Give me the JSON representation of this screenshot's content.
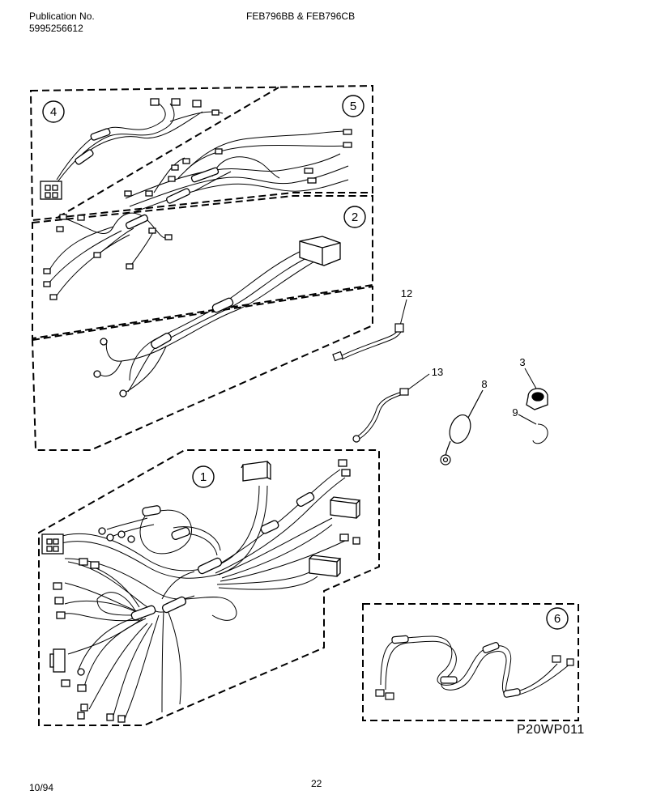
{
  "header": {
    "publication_label": "Publication No.",
    "publication_number": "5995256612",
    "models": "FEB796BB & FEB796CB"
  },
  "footer": {
    "date": "10/94",
    "page_number": "22"
  },
  "diagram": {
    "figure_code": "P20WP011",
    "callouts": [
      "4",
      "5",
      "2",
      "1",
      "6"
    ],
    "part_numbers": [
      "12",
      "13",
      "3",
      "8",
      "9"
    ]
  }
}
